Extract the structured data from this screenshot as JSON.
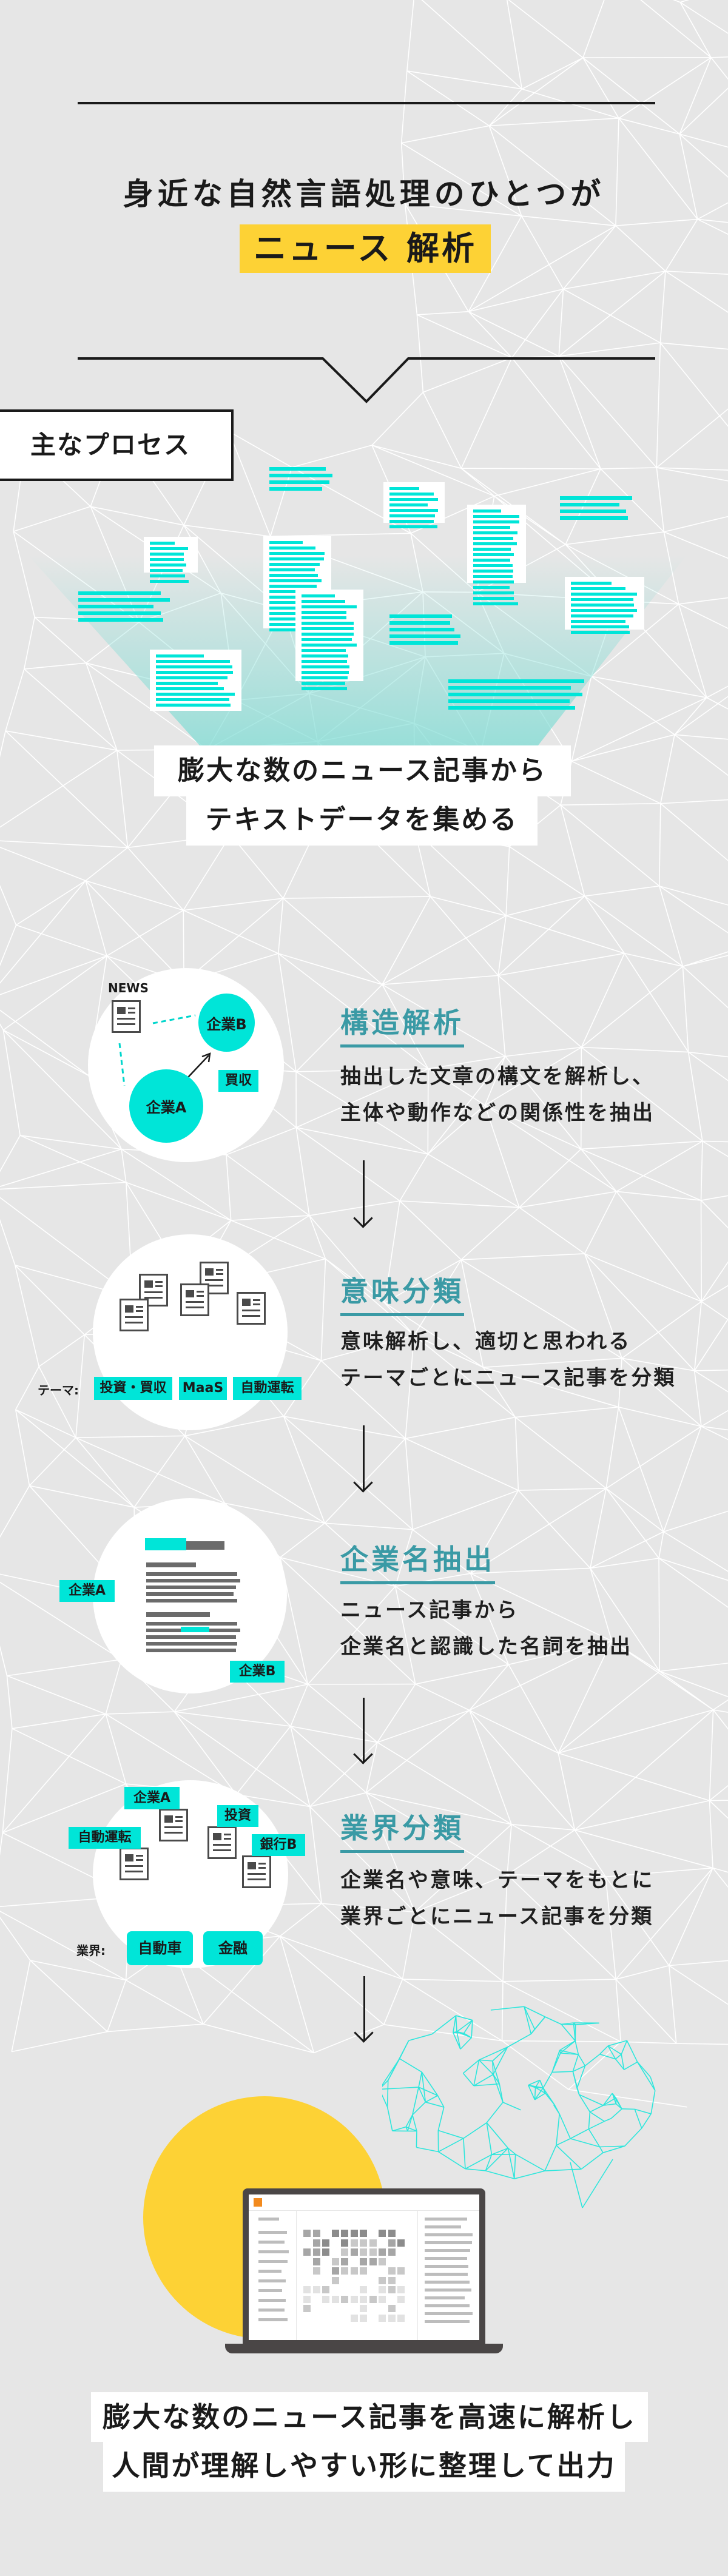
{
  "header": {
    "title_line1": "身近な自然言語処理のひとつが",
    "title_highlight": "ニュース 解析"
  },
  "process_label": "主なプロセス",
  "collect": {
    "caption_line1": "膨大な数のニュース記事から",
    "caption_line2": "テキストデータを集める"
  },
  "steps": [
    {
      "title": "構造解析",
      "desc_line1": "抽出した文章の構文を解析し、",
      "desc_line2": "主体や動作などの関係性を抽出",
      "diagram": {
        "news_label": "NEWS",
        "company_a": "企業A",
        "company_b": "企業B",
        "relation": "買収"
      }
    },
    {
      "title": "意味分類",
      "desc_line1": "意味解析し、適切と思われる",
      "desc_line2": "テーマごとにニュース記事を分類",
      "diagram": {
        "theme_label": "テーマ:",
        "themes": [
          "投資・買収",
          "MaaS",
          "自動運転"
        ]
      }
    },
    {
      "title": "企業名抽出",
      "desc_line1": "ニュース記事から",
      "desc_line2": "企業名と認識した名詞を抽出",
      "diagram": {
        "company_a": "企業A",
        "company_b": "企業B"
      }
    },
    {
      "title": "業界分類",
      "desc_line1": "企業名や意味、テーマをもとに",
      "desc_line2": "業界ごとにニュース記事を分類",
      "diagram": {
        "tags": [
          "企業A",
          "自動運転",
          "投資",
          "銀行B"
        ],
        "industry_label": "業界:",
        "industries": [
          "自動車",
          "金融"
        ]
      }
    }
  ],
  "output": {
    "caption_line1": "膨大な数のニュース記事を高速に解析し",
    "caption_line2": "人間が理解しやすい形に整理して出力"
  },
  "colors": {
    "background": "#e6e6e6",
    "accent_cyan": "#00e5d8",
    "title_teal": "#3a9aa5",
    "highlight_yellow": "#fdd235",
    "laptop": "#4a4646"
  }
}
